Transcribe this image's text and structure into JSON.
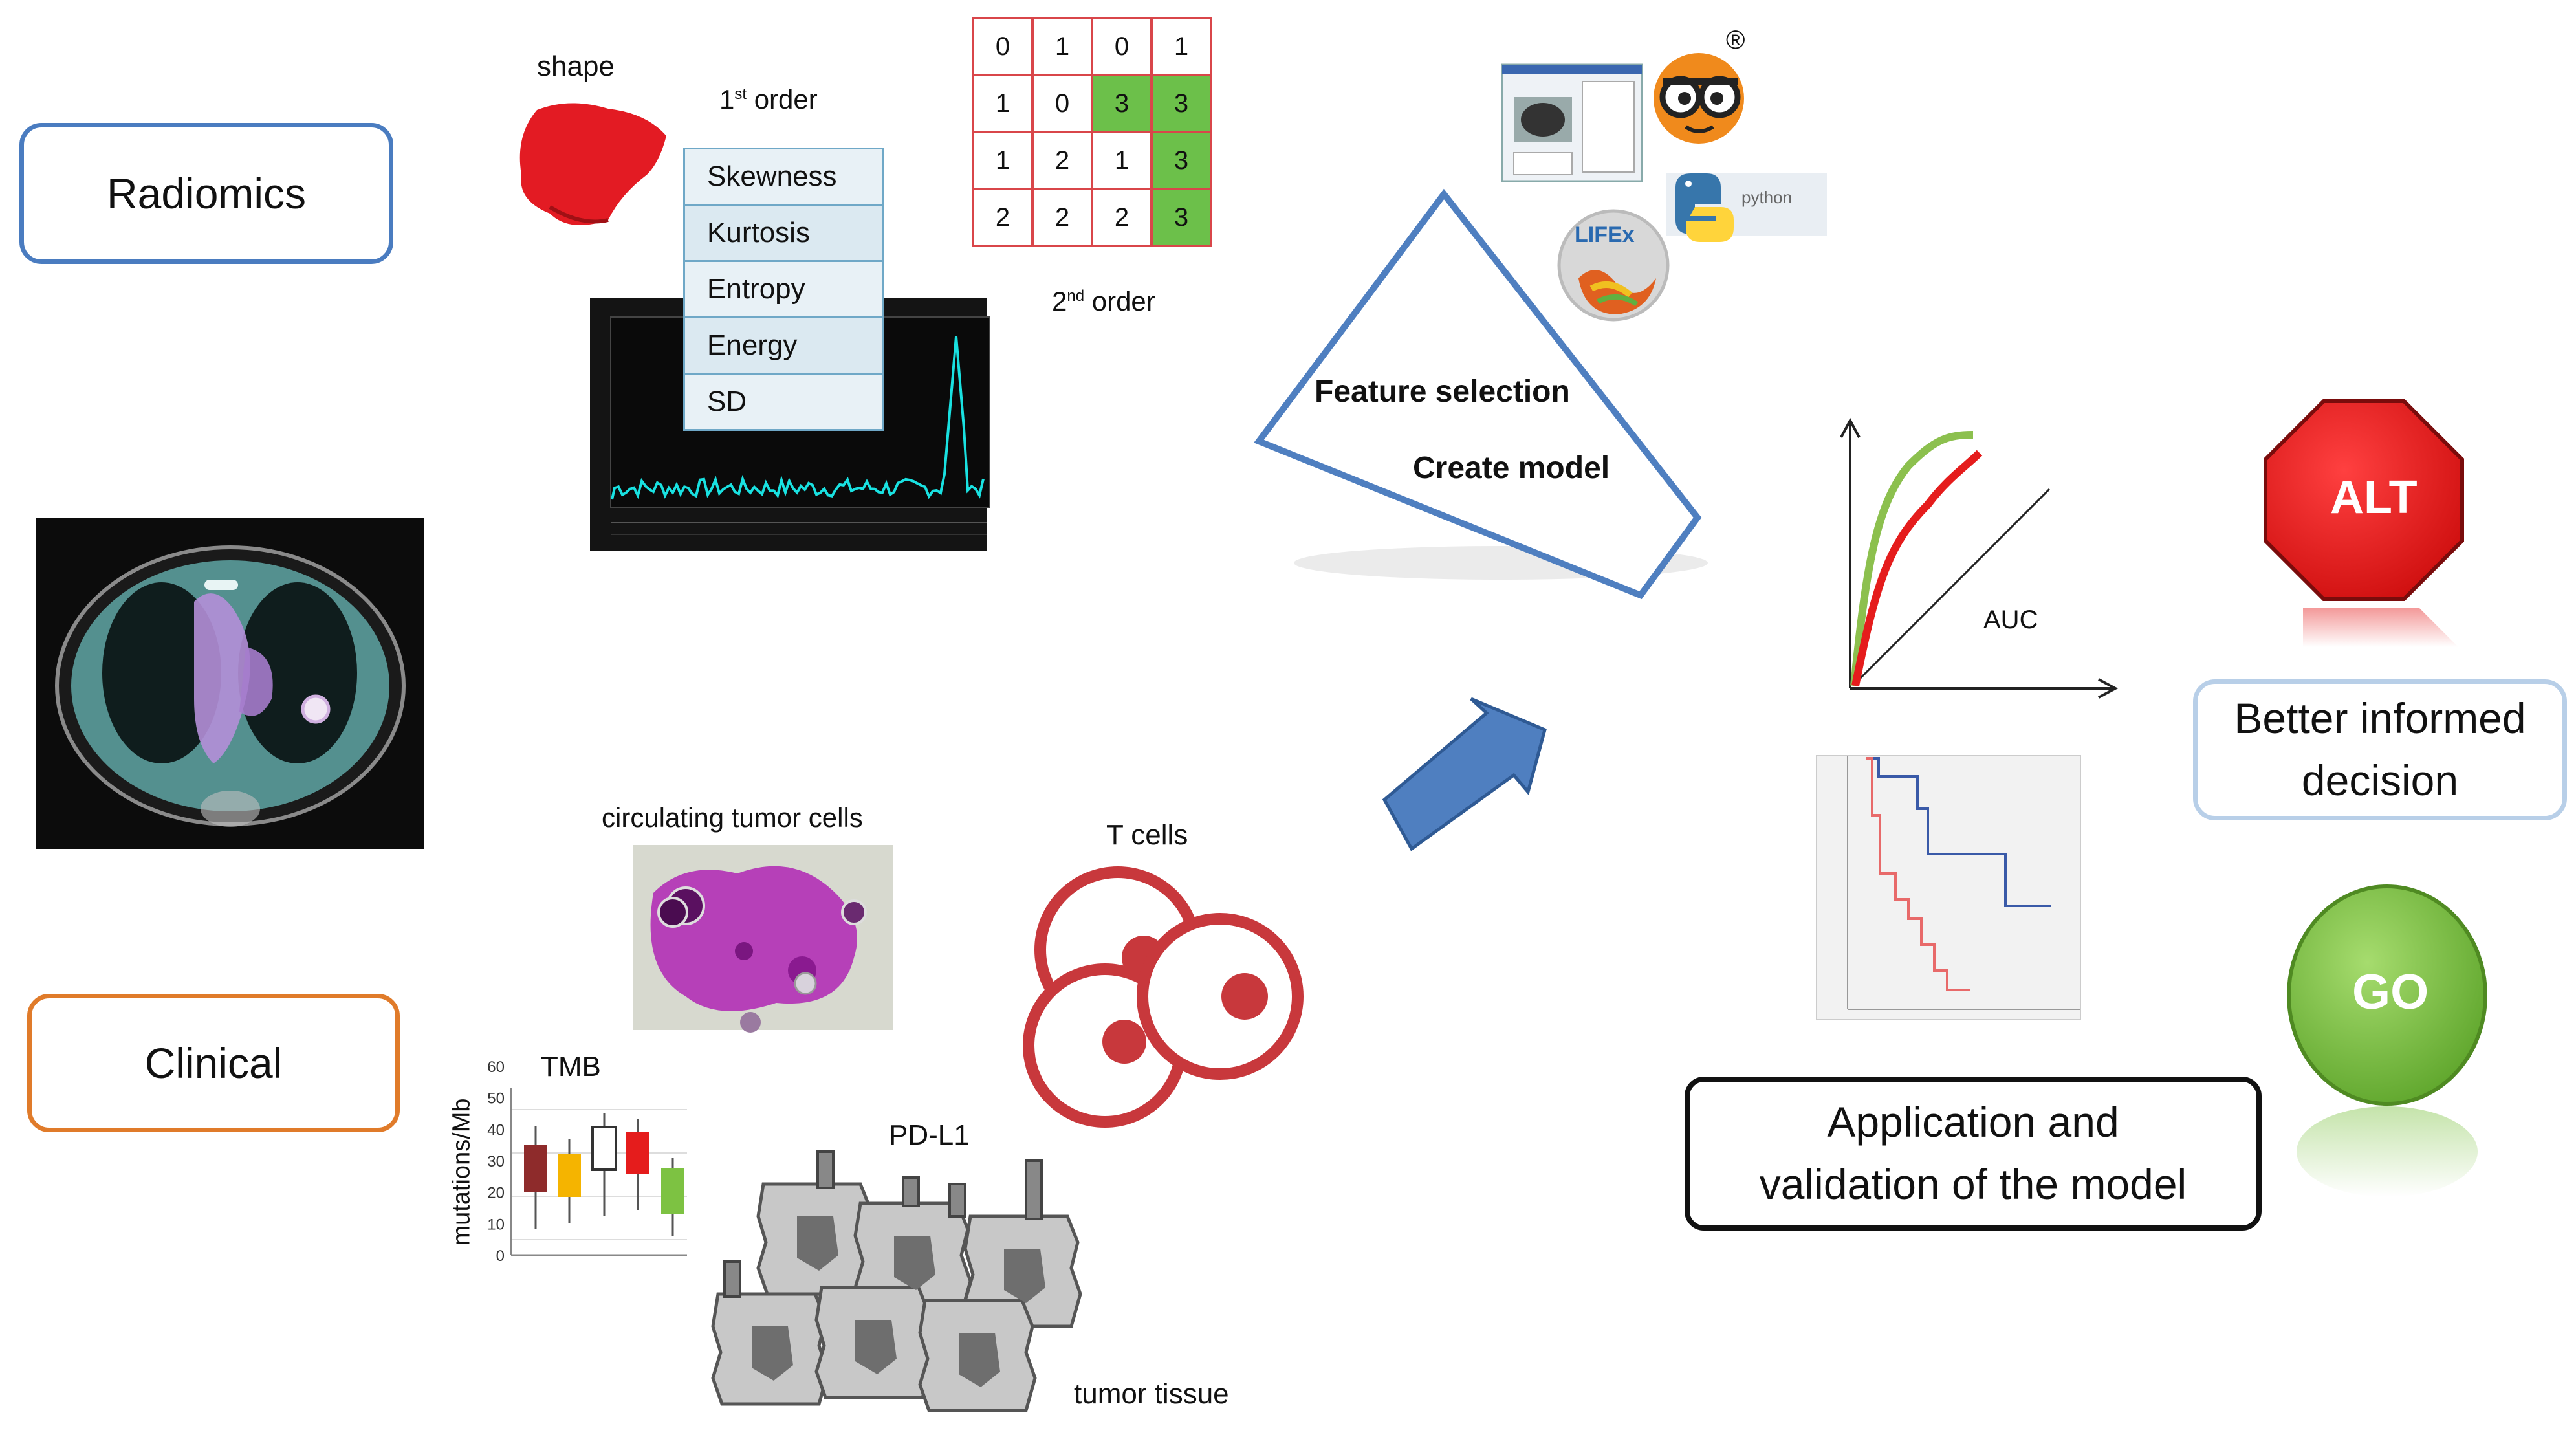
{
  "left_boxes": {
    "radiomics": "Radiomics",
    "clinical": "Clinical"
  },
  "radiomics": {
    "shape_label": "shape",
    "first_order_label": "1",
    "first_order_sup": "st",
    "first_order_suffix": " order",
    "features": [
      "Skewness",
      "Kurtosis",
      "Entropy",
      "Energy",
      "SD"
    ],
    "second_order_label": "2",
    "second_order_sup": "nd",
    "second_order_suffix": " order",
    "matrix": [
      [
        "0",
        "1",
        "0",
        "1"
      ],
      [
        "1",
        "0",
        "3",
        "3"
      ],
      [
        "1",
        "2",
        "1",
        "3"
      ],
      [
        "2",
        "2",
        "2",
        "3"
      ]
    ]
  },
  "clinical": {
    "ctc_label": "circulating tumor cells",
    "tcells_label": "T cells",
    "tmb_label": "TMB",
    "tmb_axis_label": "mutations/Mb",
    "tmb_ticks": [
      "60",
      "50",
      "40",
      "30",
      "20",
      "10",
      "0"
    ],
    "pdl1_label": "PD-L1",
    "tissue_label": "tumor tissue"
  },
  "model": {
    "feature_selection": "Feature selection",
    "create_model": "Create model",
    "registered_mark": "®",
    "python_text": "python",
    "lifex_text": "LIFEx"
  },
  "validation": {
    "auc_label": "AUC",
    "application_line1": "Application and",
    "application_line2": "validation of the model"
  },
  "decision": {
    "alt": "ALT",
    "go": "GO",
    "better_line1": "Better informed",
    "better_line2": "decision"
  },
  "colors": {
    "radiomics_border": "#4a7cc0",
    "clinical_border": "#e07b2a",
    "better_border": "#b8cfe8",
    "stop_red": "#e51c1c",
    "go_green": "#7dc242",
    "arrow_blue": "#4f7fc0",
    "matrix_green": "#6cc04a",
    "matrix_border": "#d9464a"
  }
}
